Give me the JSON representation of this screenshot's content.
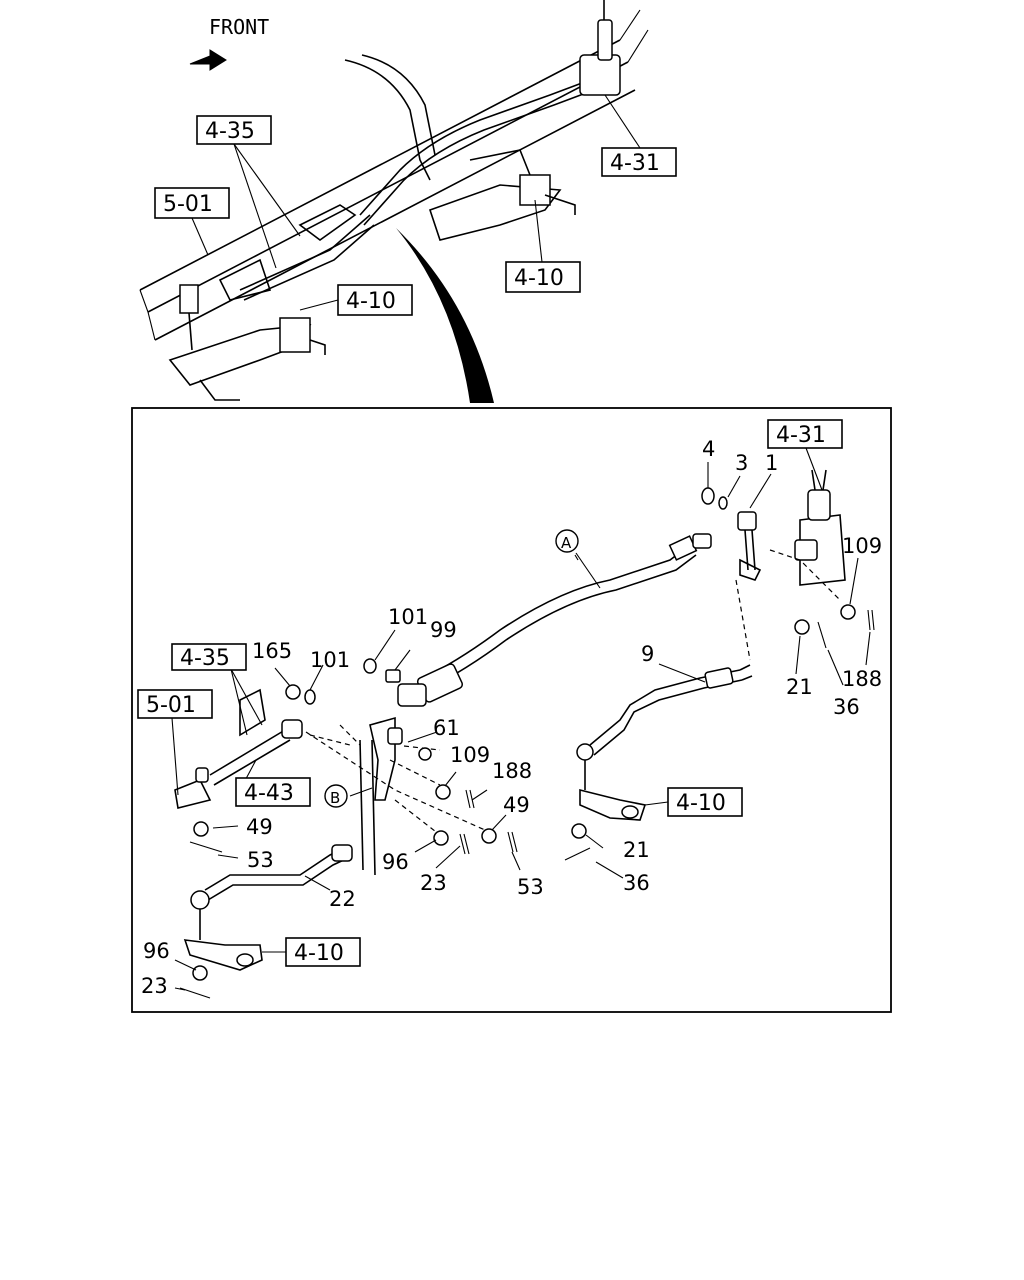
{
  "front_label": "FRONT",
  "overview": {
    "refs": {
      "r435": "4-35",
      "r501": "5-01",
      "r431": "4-31",
      "r410a": "4-10",
      "r410b": "4-10"
    }
  },
  "detail": {
    "refs": {
      "r431": "4-31",
      "r435": "4-35",
      "r501": "5-01",
      "r443": "4-43",
      "r410a": "4-10",
      "r410b": "4-10"
    },
    "markers": {
      "a": "A",
      "b": "B"
    },
    "part_numbers": {
      "p4": "4",
      "p3": "3",
      "p1": "1",
      "p109a": "109",
      "p101a": "101",
      "p99": "99",
      "p9": "9",
      "p21a": "21",
      "p188a": "188",
      "p36a": "36",
      "p165": "165",
      "p101b": "101",
      "p61": "61",
      "p109b": "109",
      "p188b": "188",
      "p49a": "49",
      "p49b": "49",
      "p53a": "53",
      "p96a": "96",
      "p23a": "23",
      "p53b": "53",
      "p21b": "21",
      "p36b": "36",
      "p22": "22",
      "p96b": "96",
      "p23b": "23"
    }
  }
}
